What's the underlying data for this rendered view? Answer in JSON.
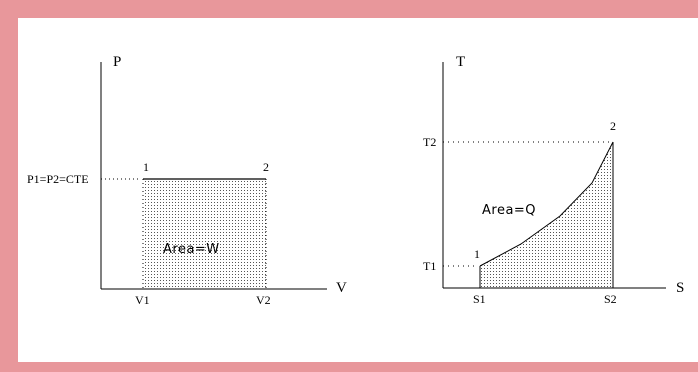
{
  "colors": {
    "frame": "#e8979b",
    "background": "#ffffff",
    "ink": "#000000"
  },
  "pv_diagram": {
    "y_axis_label": "P",
    "x_axis_label": "V",
    "pressure_label": "P1=P2=CTE",
    "point1_label": "1",
    "point2_label": "2",
    "x_tick1": "V1",
    "x_tick2": "V2",
    "area_label": "Area=W"
  },
  "ts_diagram": {
    "y_axis_label": "T",
    "x_axis_label": "S",
    "y_tick_high": "T2",
    "y_tick_low": "T1",
    "point1_label": "1",
    "point2_label": "2",
    "x_tick1": "S1",
    "x_tick2": "S2",
    "area_label": "Area=Q"
  }
}
